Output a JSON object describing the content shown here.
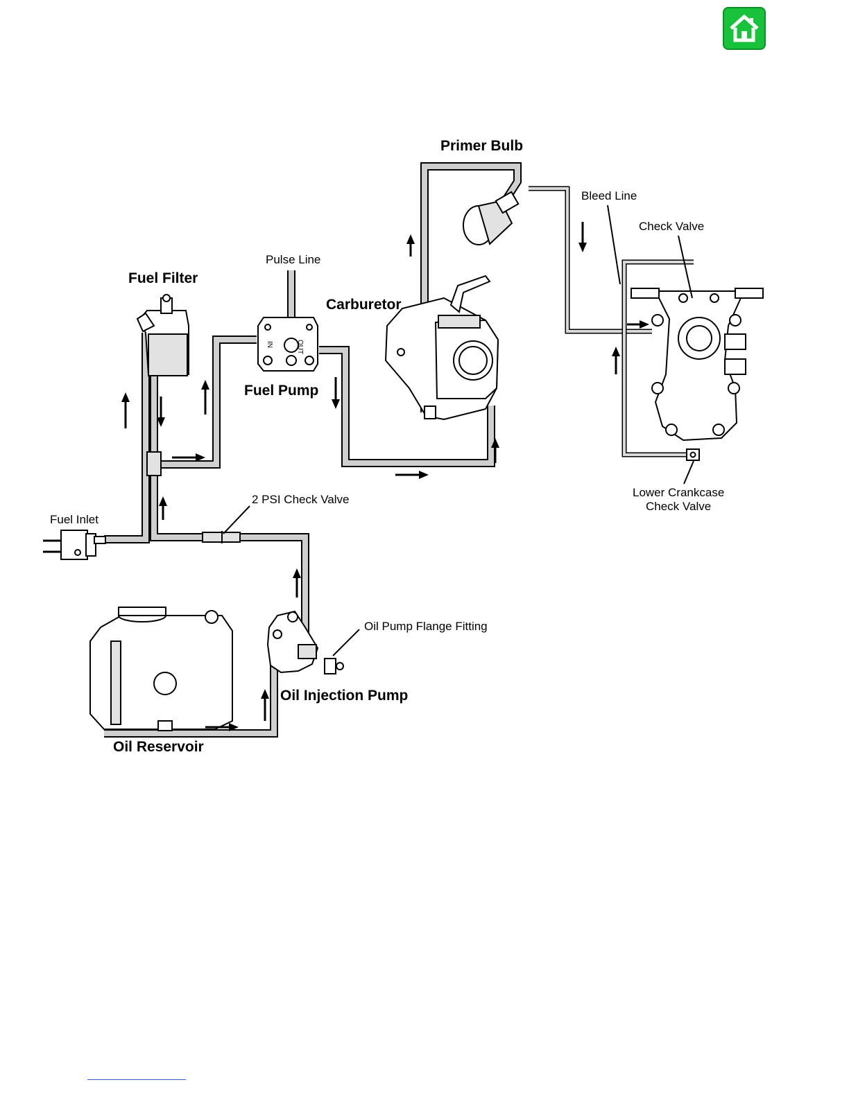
{
  "nav": {
    "home_icon": "home-icon",
    "home_color": "#18c23a"
  },
  "labels": {
    "primer_bulb": "Primer Bulb",
    "bleed_line": "Bleed Line",
    "check_valve": "Check Valve",
    "pulse_line": "Pulse Line",
    "fuel_filter": "Fuel Filter",
    "carburetor": "Carburetor",
    "fuel_pump": "Fuel Pump",
    "lower_crankcase_check_valve_1": "Lower Crankcase",
    "lower_crankcase_check_valve_2": "Check Valve",
    "psi_check_valve": "2 PSI Check Valve",
    "fuel_inlet": "Fuel Inlet",
    "oil_pump_flange_fitting": "Oil Pump Flange Fitting",
    "oil_injection_pump": "Oil Injection Pump",
    "oil_reservoir": "Oil Reservoir"
  },
  "pump_markings": {
    "in": "IN",
    "out": "OUT"
  }
}
